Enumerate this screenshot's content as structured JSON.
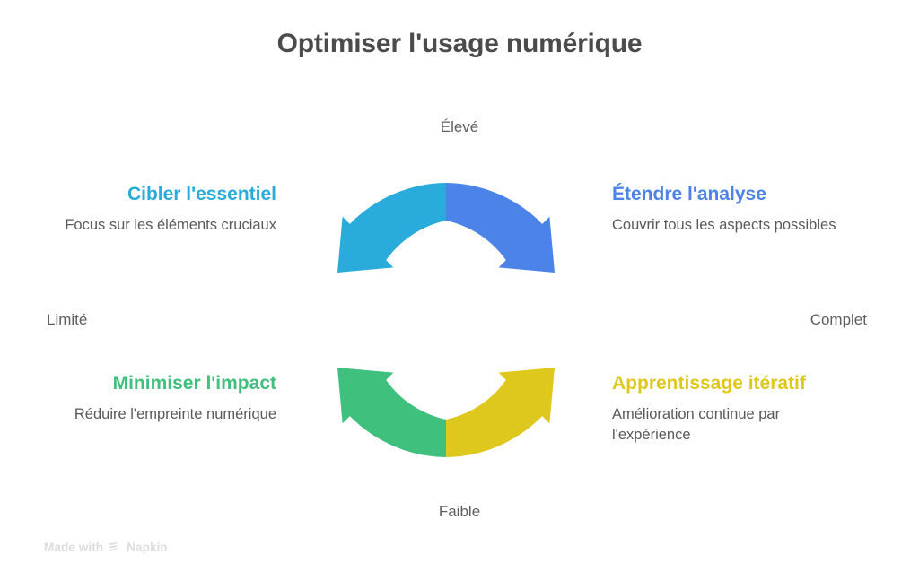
{
  "title": "Optimiser l'usage numérique",
  "axes": {
    "top": "Élevé",
    "bottom": "Faible",
    "left": "Limité",
    "right": "Complet"
  },
  "quadrants": [
    {
      "id": "top-left",
      "title": "Cibler l'essentiel",
      "description": "Focus sur les éléments cruciaux",
      "color": "#29ABDC"
    },
    {
      "id": "top-right",
      "title": "Étendre l'analyse",
      "description": "Couvrir tous les aspects possibles",
      "color": "#4C83E8"
    },
    {
      "id": "bottom-left",
      "title": "Minimiser l'impact",
      "description": "Réduire l'empreinte numérique",
      "color": "#3FC07D"
    },
    {
      "id": "bottom-right",
      "title": "Apprentissage itératif",
      "description": "Amélioration continue par l'expérience",
      "color": "#DFC81E"
    }
  ],
  "watermark": {
    "text_prefix": "Made with",
    "brand": "Napkin",
    "logo_icon": "napkin-logo-icon"
  },
  "chart_data": {
    "type": "pie",
    "title": "Optimiser l'usage numérique",
    "subtype": "cyclic-ring-quadrant",
    "legend_position": "around-chart",
    "axis_x": {
      "low": "Limité",
      "high": "Complet"
    },
    "axis_y": {
      "low": "Faible",
      "high": "Élevé"
    },
    "categories": [
      "Cibler l'essentiel",
      "Étendre l'analyse",
      "Apprentissage itératif",
      "Minimiser l'impact"
    ],
    "values": [
      25,
      25,
      25,
      25
    ],
    "colors": [
      "#29ABDC",
      "#4C83E8",
      "#DFC81E",
      "#3FC07D"
    ],
    "annotations": [
      "Focus sur les éléments cruciaux",
      "Couvrir tous les aspects possibles",
      "Amélioration continue par l'expérience",
      "Réduire l'empreinte numérique"
    ],
    "grid": false,
    "xlabel": "",
    "ylabel": ""
  }
}
